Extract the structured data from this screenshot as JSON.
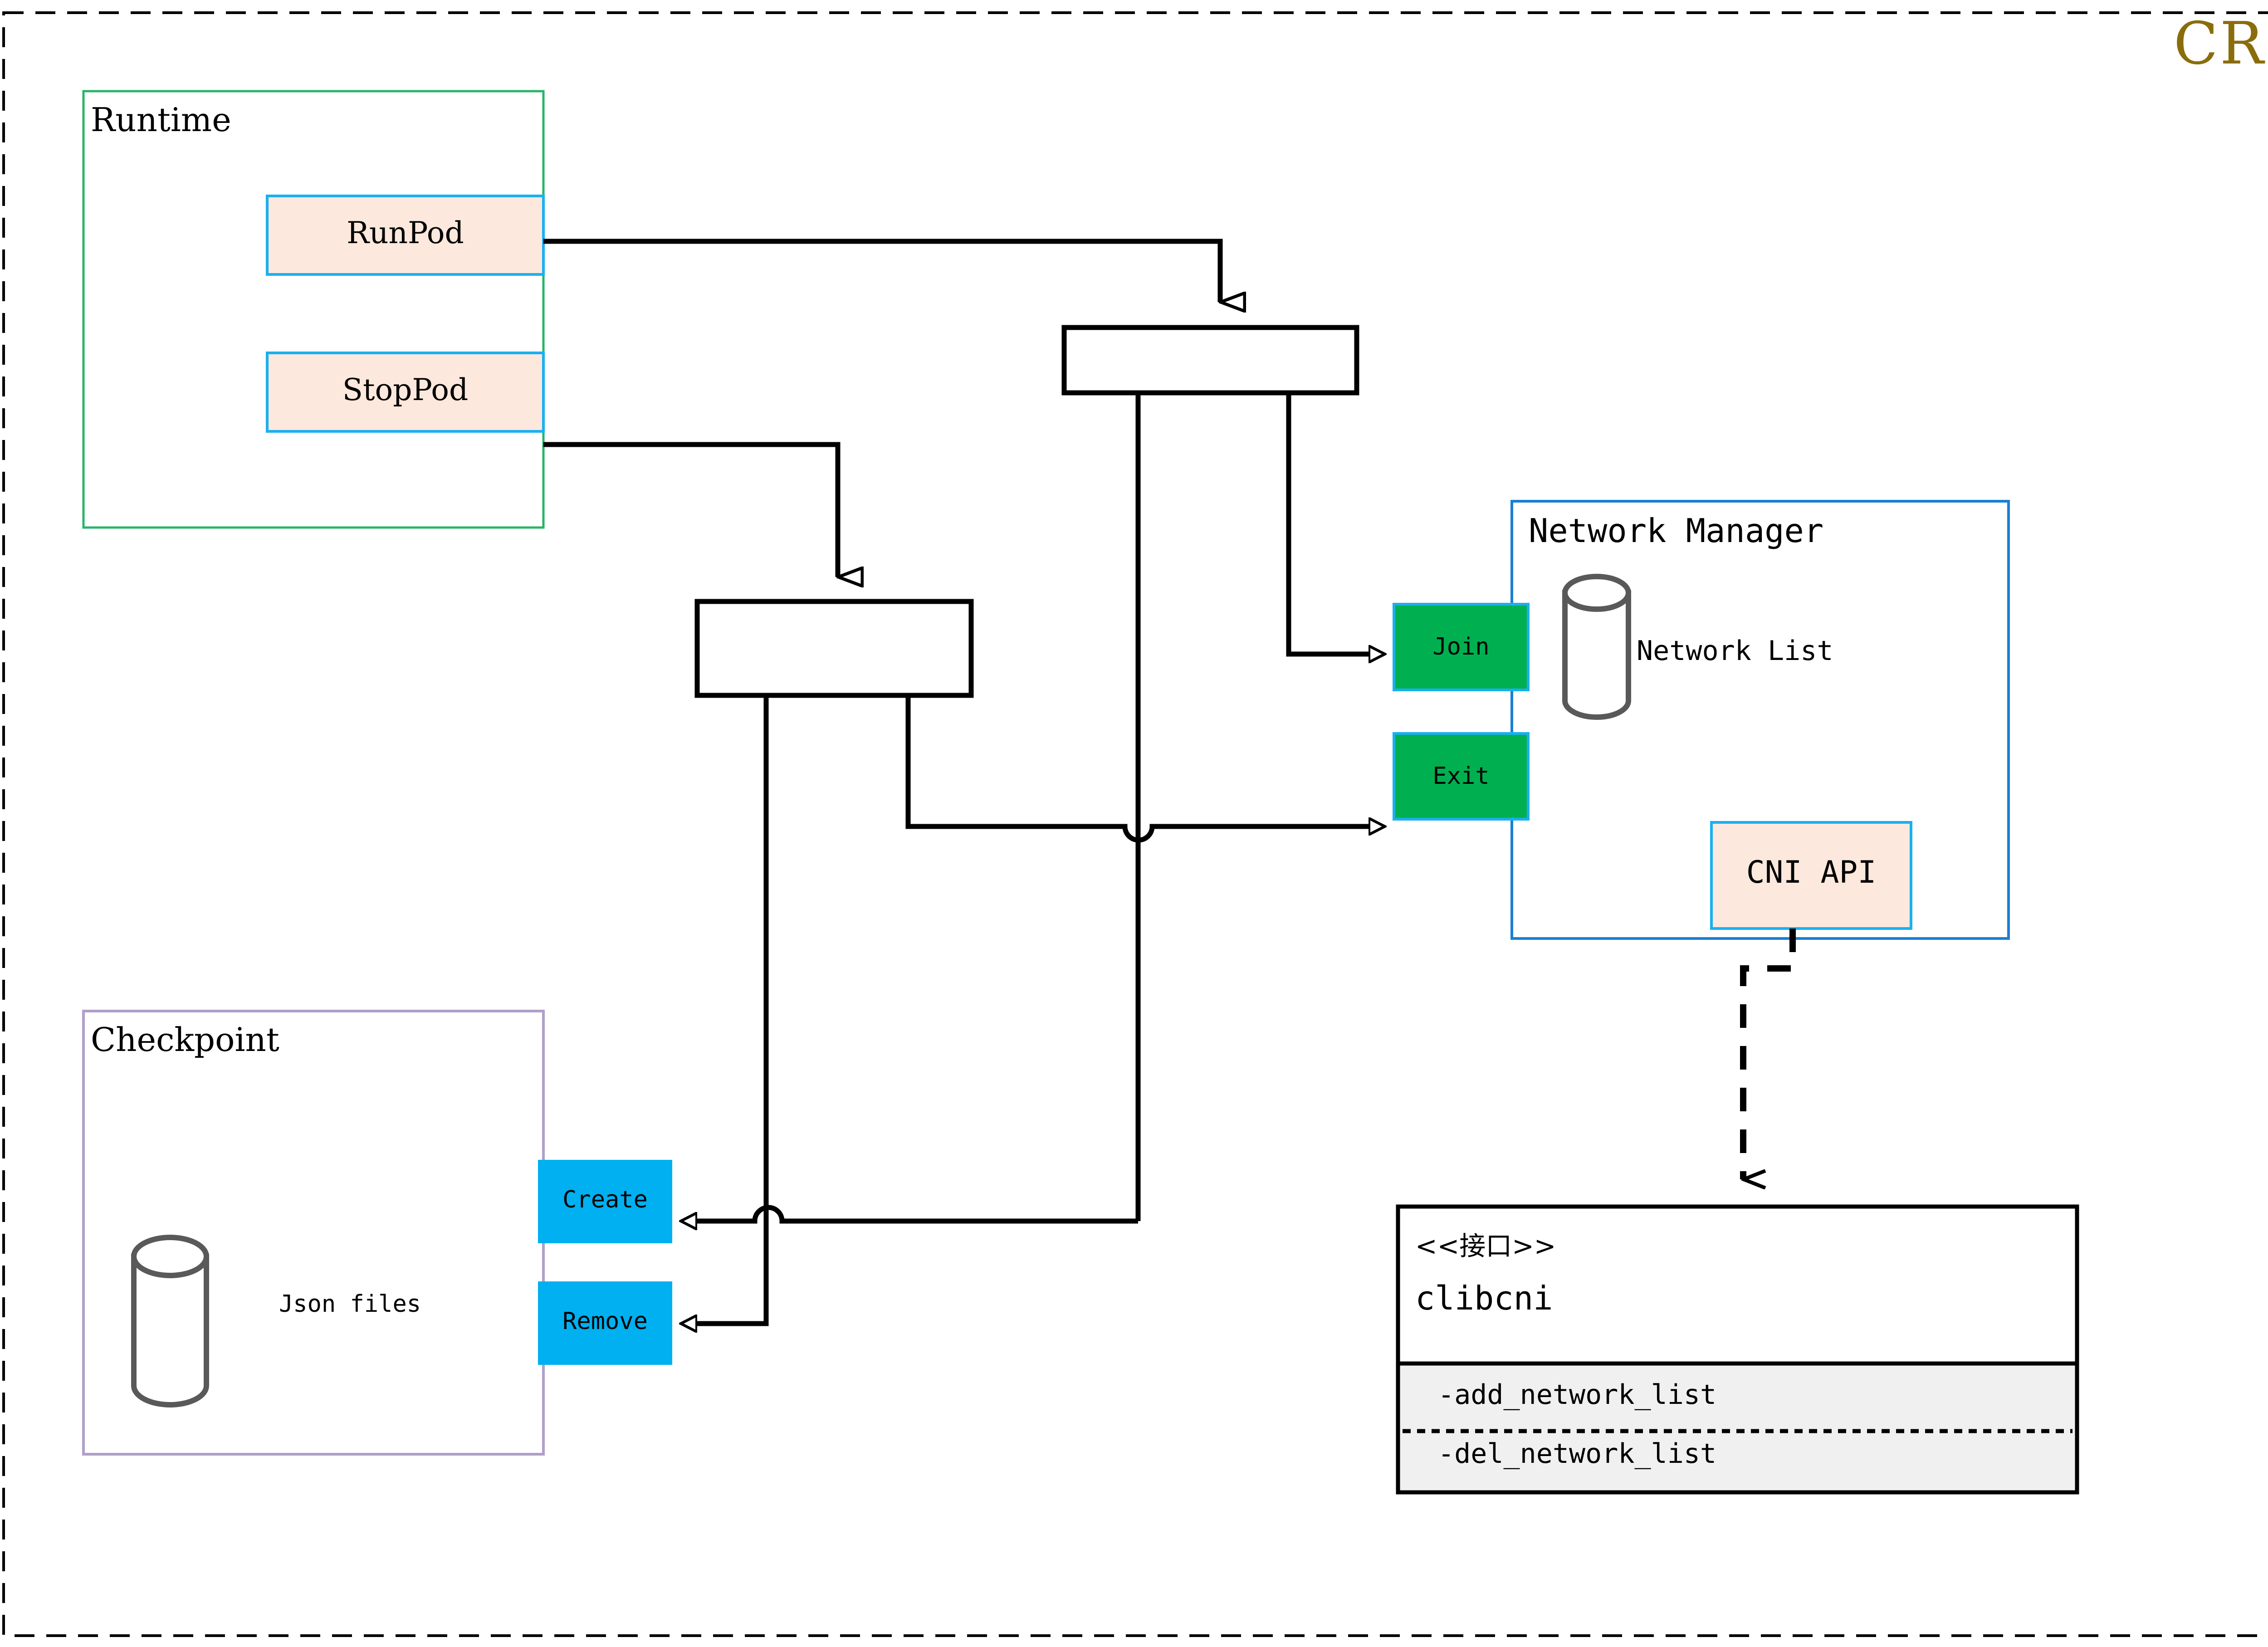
{
  "diagram": {
    "title": "CRI",
    "title_color": "#8a6d0b",
    "outer_border": "dashed",
    "palette": {
      "peach_fill": "#fce8dc",
      "blue_stroke": "#1ab0ef",
      "green_stroke": "#27b567",
      "purple_stroke": "#b0a0c8",
      "green_fill": "#00b050",
      "cyan_fill": "#00b0f0",
      "grey_fill": "#f0f0f0",
      "cylinder_stroke": "#595959",
      "line_color": "#000000"
    }
  },
  "runtime": {
    "title": "Runtime",
    "operations": [
      {
        "label": "RunPod"
      },
      {
        "label": "StopPod"
      }
    ]
  },
  "checkpoint": {
    "title": "Checkpoint",
    "store_label": "Json files",
    "operations": [
      {
        "label": "Create"
      },
      {
        "label": "Remove"
      }
    ]
  },
  "network_manager": {
    "title": "Network Manager",
    "store_label": "Network List",
    "ports": [
      {
        "label": "Join"
      },
      {
        "label": "Exit"
      }
    ],
    "api_box": {
      "label": "CNI API"
    }
  },
  "clibcni_interface": {
    "stereotype": "<<接口>>",
    "name": "clibcni",
    "methods": [
      "-add_network_list",
      "-del_network_list"
    ]
  }
}
